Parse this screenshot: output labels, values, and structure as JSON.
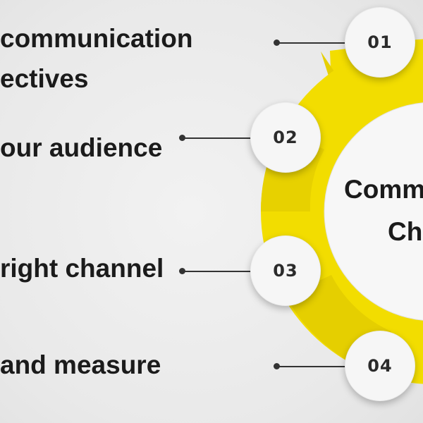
{
  "diagram": {
    "center_title_line1": "Comm",
    "center_title_line2": "Ch",
    "accent_color": "#f2dd00",
    "accent_dark": "#e0c800",
    "steps": [
      {
        "number": "01",
        "label_line1": "communication",
        "label_line2": "ectives"
      },
      {
        "number": "02",
        "label_line1": "our audience"
      },
      {
        "number": "03",
        "label_line1": "right channel"
      },
      {
        "number": "04",
        "label_line1": "and measure"
      }
    ]
  }
}
